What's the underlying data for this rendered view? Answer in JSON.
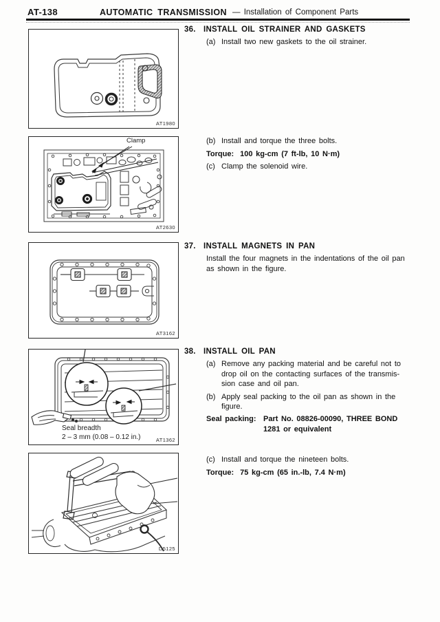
{
  "header": {
    "page": "AT-138",
    "title": "AUTOMATIC TRANSMISSION",
    "subtitle": "— Installation of Component Parts"
  },
  "figures": [
    {
      "code": "AT1980"
    },
    {
      "code": "AT2630",
      "label": "Clamp"
    },
    {
      "code": "AT3162"
    },
    {
      "code": "AT1362",
      "label_line1": "Seal breadth",
      "label_line2": "2 – 3 mm (0.08 – 0.12 in.)"
    },
    {
      "code": "D5125"
    }
  ],
  "steps": {
    "s36": {
      "number": "36.",
      "title": "INSTALL OIL STRAINER AND GASKETS",
      "a_label": "(a)",
      "a_text": "Install two new gaskets to the oil strainer.",
      "b_label": "(b)",
      "b_text": "Install and torque the three bolts.",
      "torque_label": "Torque:",
      "torque_value": "100 kg-cm (7 ft-lb, 10 N·m)",
      "c_label": "(c)",
      "c_text": "Clamp the solenoid wire."
    },
    "s37": {
      "number": "37.",
      "title": "INSTALL MAGNETS IN PAN",
      "body_line1": "Install the four magnets in the indentations of the oil pan",
      "body_line2": "as shown in the figure."
    },
    "s38": {
      "number": "38.",
      "title": "INSTALL OIL PAN",
      "a_label": "(a)",
      "a_line1": "Remove any packing material and be careful not to",
      "a_line2": "drop oil on the contacting surfaces of the transmis-",
      "a_line3": "sion case and oil pan.",
      "b_label": "(b)",
      "b_line1": "Apply seal packing to the oil pan as shown in the",
      "b_line2": "figure.",
      "seal_label": "Seal packing:",
      "seal_line1": "Part No. 08826-00090, THREE BOND",
      "seal_line2": "1281 or equivalent",
      "c_label": "(c)",
      "c_text": "Install and torque the nineteen bolts.",
      "torque_label": "Torque:",
      "torque_value": "75 kg-cm (65 in.-lb, 7.4 N·m)"
    }
  }
}
